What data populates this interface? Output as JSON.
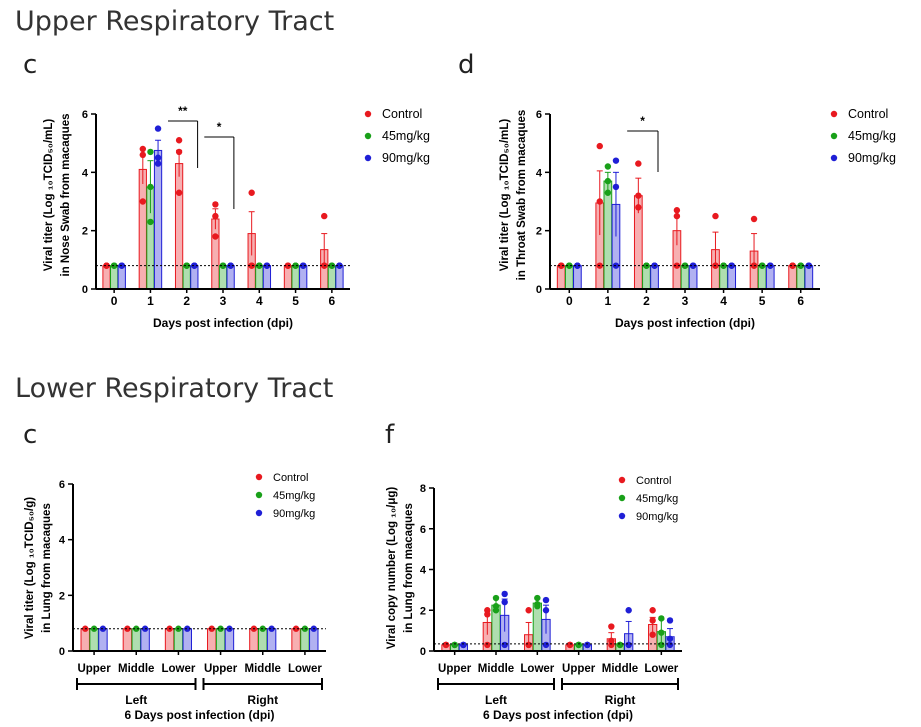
{
  "section_titles": [
    "Upper Respiratory Tract",
    "Lower Respiratory Tract"
  ],
  "panel_letters": [
    "c",
    "d",
    "c",
    "f"
  ],
  "colors": {
    "Control": "#e8191f",
    "45mg/kg": "#19a019",
    "90mg/kg": "#1f1fd6"
  },
  "chart_data": [
    {
      "type": "bar",
      "xlabel": "Days post infection (dpi)",
      "ylabel": [
        "Viral titer (Log ₁₀TCID₅₀/mL)",
        "in Nose Swab from macaques"
      ],
      "categories": [
        "0",
        "1",
        "2",
        "3",
        "4",
        "5",
        "6"
      ],
      "ylim": [
        0,
        6
      ],
      "yticks": [
        "0",
        "2",
        "4",
        "6"
      ],
      "detection_limit": 0.8,
      "series": [
        {
          "name": "Control",
          "values": [
            0.8,
            4.1,
            4.3,
            2.4,
            1.9,
            0.8,
            1.35
          ],
          "err": [
            0,
            0.5,
            0.45,
            0.35,
            0.75,
            0,
            0.55
          ],
          "points": [
            [
              0.8,
              0.8,
              0.8
            ],
            [
              4.8,
              4.6,
              3.0
            ],
            [
              5.1,
              4.7,
              3.3
            ],
            [
              2.9,
              2.5,
              1.8
            ],
            [
              3.3,
              0.8,
              0.8
            ],
            [
              0.8,
              0.8,
              0.8
            ],
            [
              2.5,
              0.8,
              0.8
            ]
          ]
        },
        {
          "name": "45mg/kg",
          "values": [
            0.8,
            3.5,
            0.8,
            0.8,
            0.8,
            0.8,
            0.8
          ],
          "err": [
            0,
            0.9,
            0,
            0,
            0,
            0,
            0
          ],
          "points": [
            [
              0.8,
              0.8,
              0.8
            ],
            [
              4.7,
              3.5,
              2.3
            ],
            [
              0.8,
              0.8,
              0.8
            ],
            [
              0.8,
              0.8,
              0.8
            ],
            [
              0.8,
              0.8,
              0.8
            ],
            [
              0.8,
              0.8,
              0.8
            ],
            [
              0.8,
              0.8,
              0.8
            ]
          ]
        },
        {
          "name": "90mg/kg",
          "values": [
            0.8,
            4.75,
            0.8,
            0.8,
            0.8,
            0.8,
            0.8
          ],
          "err": [
            0,
            0.35,
            0,
            0,
            0,
            0,
            0
          ],
          "points": [
            [
              0.8,
              0.8,
              0.8
            ],
            [
              5.5,
              4.5,
              4.3
            ],
            [
              0.8,
              0.8,
              0.8
            ],
            [
              0.8,
              0.8,
              0.8
            ],
            [
              0.8,
              0.8,
              0.8
            ],
            [
              0.8,
              0.8,
              0.8
            ],
            [
              0.8,
              0.8,
              0.8
            ]
          ]
        }
      ],
      "significance": [
        {
          "from": 2,
          "to": 2,
          "label": "**"
        },
        {
          "from": 3,
          "to": 3,
          "label": "*"
        }
      ],
      "legend": [
        "Control",
        "45mg/kg",
        "90mg/kg"
      ]
    },
    {
      "type": "bar",
      "xlabel": "Days post infection (dpi)",
      "ylabel": [
        "Viral titer (Log ₁₀TCID₅₀/mL)",
        "in Throat Swab from macaques"
      ],
      "categories": [
        "0",
        "1",
        "2",
        "3",
        "4",
        "5",
        "6"
      ],
      "ylim": [
        0,
        6
      ],
      "yticks": [
        "0",
        "2",
        "4",
        "6"
      ],
      "detection_limit": 0.8,
      "series": [
        {
          "name": "Control",
          "values": [
            0.8,
            2.95,
            3.2,
            2.0,
            1.35,
            1.3,
            0.8
          ],
          "err": [
            0,
            1.1,
            0.6,
            0.5,
            0.6,
            0.6,
            0
          ],
          "points": [
            [
              0.8,
              0.8,
              0.8
            ],
            [
              4.9,
              3.0,
              0.8
            ],
            [
              4.3,
              3.2,
              2.8
            ],
            [
              2.7,
              2.5,
              0.8
            ],
            [
              2.5,
              0.8,
              0.8
            ],
            [
              2.4,
              0.8,
              0.8
            ],
            [
              0.8,
              0.8,
              0.8
            ]
          ]
        },
        {
          "name": "45mg/kg",
          "values": [
            0.8,
            3.7,
            0.8,
            0.8,
            0.8,
            0.8,
            0.8
          ],
          "err": [
            0,
            0.3,
            0,
            0,
            0,
            0,
            0
          ],
          "points": [
            [
              0.8,
              0.8,
              0.8
            ],
            [
              4.2,
              3.7,
              3.3
            ],
            [
              0.8,
              0.8,
              0.8
            ],
            [
              0.8,
              0.8,
              0.8
            ],
            [
              0.8,
              0.8,
              0.8
            ],
            [
              0.8,
              0.8,
              0.8
            ],
            [
              0.8,
              0.8,
              0.8
            ]
          ]
        },
        {
          "name": "90mg/kg",
          "values": [
            0.8,
            2.9,
            0.8,
            0.8,
            0.8,
            0.8,
            0.8
          ],
          "err": [
            0,
            1.1,
            0,
            0,
            0,
            0,
            0
          ],
          "points": [
            [
              0.8,
              0.8,
              0.8
            ],
            [
              4.4,
              3.5,
              0.8
            ],
            [
              0.8,
              0.8,
              0.8
            ],
            [
              0.8,
              0.8,
              0.8
            ],
            [
              0.8,
              0.8,
              0.8
            ],
            [
              0.8,
              0.8,
              0.8
            ],
            [
              0.8,
              0.8,
              0.8
            ]
          ]
        }
      ],
      "significance": [
        {
          "from": 2,
          "to": 2,
          "label": "*"
        }
      ],
      "legend": [
        "Control",
        "45mg/kg",
        "90mg/kg"
      ]
    },
    {
      "type": "bar",
      "xlabel": "6 Days post infection (dpi)",
      "ylabel": [
        "Viral titer (Log ₁₀TCID₅₀/g)",
        "in Lung from macaques"
      ],
      "categories": [
        "Upper",
        "Middle",
        "Lower",
        "Upper",
        "Middle",
        "Lower"
      ],
      "groups": [
        "Left",
        "Right"
      ],
      "ylim": [
        0,
        6
      ],
      "yticks": [
        "0",
        "2",
        "4",
        "6"
      ],
      "detection_limit": 0.8,
      "series": [
        {
          "name": "Control",
          "values": [
            0.8,
            0.8,
            0.8,
            0.8,
            0.8,
            0.8
          ],
          "err": [
            0,
            0,
            0,
            0,
            0,
            0
          ],
          "points": []
        },
        {
          "name": "45mg/kg",
          "values": [
            0.8,
            0.8,
            0.8,
            0.8,
            0.8,
            0.8
          ],
          "err": [
            0,
            0,
            0,
            0,
            0,
            0
          ],
          "points": []
        },
        {
          "name": "90mg/kg",
          "values": [
            0.8,
            0.8,
            0.8,
            0.8,
            0.8,
            0.8
          ],
          "err": [
            0,
            0,
            0,
            0,
            0,
            0
          ],
          "points": []
        }
      ],
      "significance": [],
      "legend": [
        "Control",
        "45mg/kg",
        "90mg/kg"
      ]
    },
    {
      "type": "bar",
      "xlabel": "6 Days post infection (dpi)",
      "ylabel": [
        "Viral copy number (Log ₁₀/μg)",
        "in Lung from macaques"
      ],
      "categories": [
        "Upper",
        "Middle",
        "Lower",
        "Upper",
        "Middle",
        "Lower"
      ],
      "groups": [
        "Left",
        "Right"
      ],
      "ylim": [
        0,
        8
      ],
      "yticks": [
        "0",
        "2",
        "4",
        "6",
        "8"
      ],
      "detection_limit": 0.35,
      "series": [
        {
          "name": "Control",
          "values": [
            0.3,
            1.4,
            0.8,
            0.3,
            0.6,
            1.3
          ],
          "err": [
            0,
            0.6,
            0.6,
            0,
            0.3,
            0.35
          ],
          "points": [
            [
              0.3,
              0.3,
              0.3
            ],
            [
              2.0,
              1.8,
              0.3
            ],
            [
              2.0,
              0.3,
              0.3
            ],
            [
              0.3,
              0.3,
              0.3
            ],
            [
              1.2,
              0.5,
              0.3
            ],
            [
              2.0,
              1.5,
              0.8
            ]
          ]
        },
        {
          "name": "45mg/kg",
          "values": [
            0.3,
            2.25,
            2.35,
            0.3,
            0.35,
            0.95
          ],
          "err": [
            0,
            0.3,
            0.2,
            0,
            0,
            0.6
          ],
          "points": [
            [
              0.3,
              0.3,
              0.3
            ],
            [
              2.6,
              2.2,
              2.0
            ],
            [
              2.6,
              2.3,
              2.2
            ],
            [
              0.3,
              0.3,
              0.3
            ],
            [
              0.3,
              0.3,
              0.3
            ],
            [
              1.6,
              0.9,
              0.3
            ]
          ]
        },
        {
          "name": "90mg/kg",
          "values": [
            0.3,
            1.75,
            1.55,
            0.3,
            0.85,
            0.7
          ],
          "err": [
            0,
            0.8,
            0.7,
            0,
            0.6,
            0.4
          ],
          "points": [
            [
              0.3,
              0.3,
              0.3
            ],
            [
              2.8,
              2.4,
              0.3
            ],
            [
              2.5,
              2.0,
              0.3
            ],
            [
              0.3,
              0.3,
              0.3
            ],
            [
              2.0,
              0.3,
              0.3
            ],
            [
              1.5,
              0.6,
              0.3
            ]
          ]
        }
      ],
      "significance": [],
      "legend": [
        "Control",
        "45mg/kg",
        "90mg/kg"
      ]
    }
  ]
}
